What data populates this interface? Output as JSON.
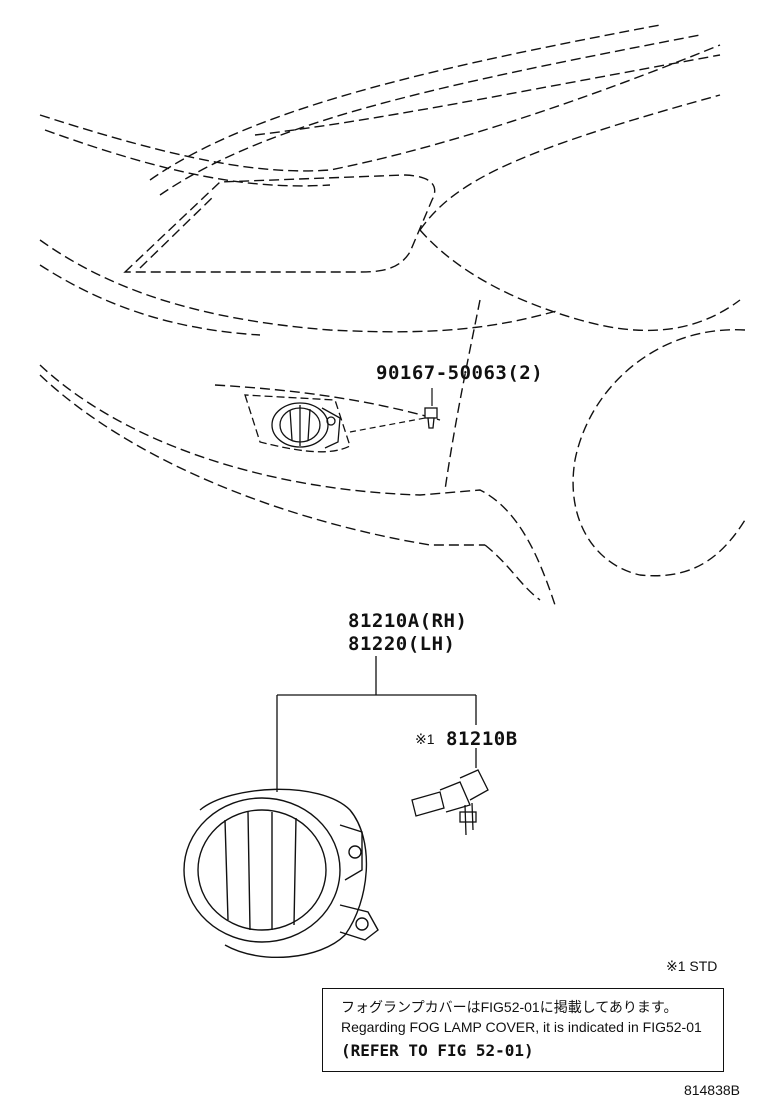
{
  "parts": {
    "bolt": "90167-50063(2)",
    "fog_lamp_rh": "81210A(RH)",
    "fog_lamp_lh": "81220(LH)",
    "bulb_mark": "※1",
    "bulb": "81210B"
  },
  "legend": {
    "std_note": "※1  STD"
  },
  "note": {
    "line_jp": "フォグランプカバーはFIG52-01に掲載してあります。",
    "line_en": "Regarding FOG LAMP COVER, it is indicated in FIG52-01",
    "line_ref": "(REFER TO FIG 52-01)"
  },
  "figure_id": "814838B"
}
